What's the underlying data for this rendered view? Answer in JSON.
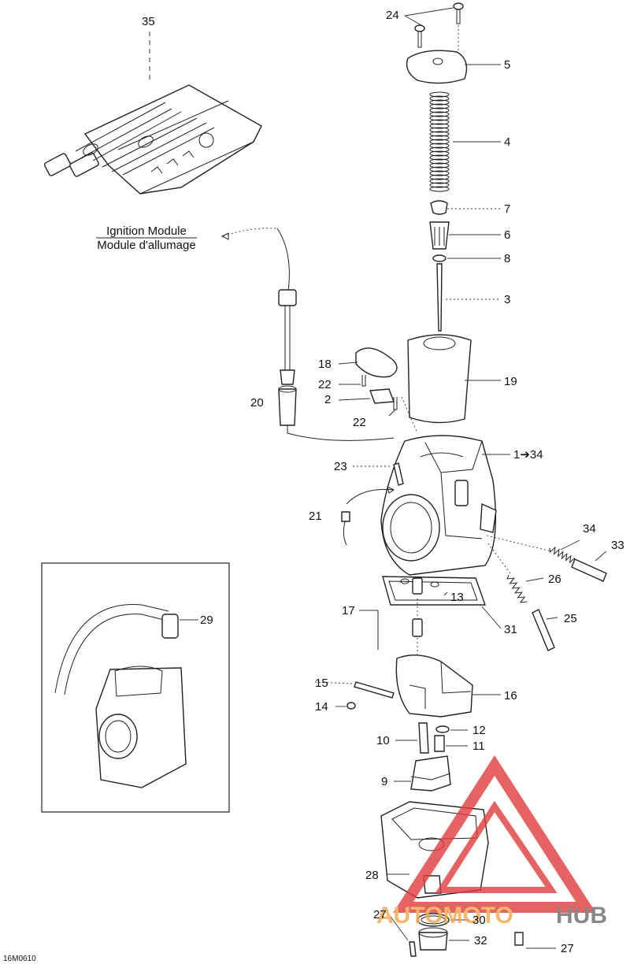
{
  "diagram": {
    "drawing_code": "16M0610",
    "ignition_module_label_en": "Ignition Module",
    "ignition_module_label_fr": "Module d'allumage",
    "range_label": "1➔34",
    "callouts": [
      "35",
      "24",
      "5",
      "4",
      "7",
      "6",
      "8",
      "3",
      "18",
      "22",
      "19",
      "20",
      "2",
      "22",
      "1➔34",
      "23",
      "21",
      "34",
      "33",
      "26",
      "13",
      "17",
      "25",
      "31",
      "29",
      "15",
      "16",
      "14",
      "12",
      "10",
      "11",
      "9",
      "28",
      "27",
      "30",
      "32",
      "27"
    ],
    "watermark": {
      "text_a": "AUTOMOTO",
      "text_b": "HUB",
      "color_a": "#f2a64a",
      "color_b": "#6b6b6b",
      "triangle_color": "#e23b3b"
    }
  }
}
